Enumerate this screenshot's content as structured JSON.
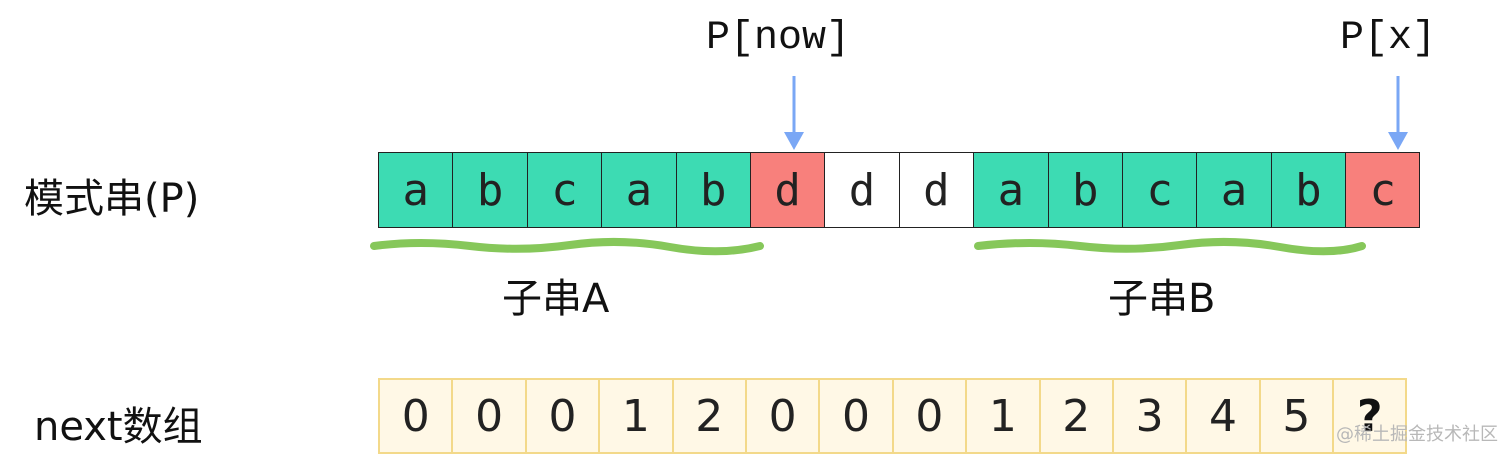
{
  "pattern_label": "模式串(P)",
  "next_label": "next数组",
  "pointer_now_label": "P[now]",
  "pointer_x_label": "P[x]",
  "substring_a_label": "子串A",
  "substring_b_label": "子串B",
  "pattern": [
    {
      "char": "a",
      "state": "match"
    },
    {
      "char": "b",
      "state": "match"
    },
    {
      "char": "c",
      "state": "match"
    },
    {
      "char": "a",
      "state": "match"
    },
    {
      "char": "b",
      "state": "match"
    },
    {
      "char": "d",
      "state": "mismatch"
    },
    {
      "char": "d",
      "state": "plain"
    },
    {
      "char": "d",
      "state": "plain"
    },
    {
      "char": "a",
      "state": "match"
    },
    {
      "char": "b",
      "state": "match"
    },
    {
      "char": "c",
      "state": "match"
    },
    {
      "char": "a",
      "state": "match"
    },
    {
      "char": "b",
      "state": "match"
    },
    {
      "char": "c",
      "state": "mismatch"
    }
  ],
  "next": [
    "0",
    "0",
    "0",
    "1",
    "2",
    "0",
    "0",
    "0",
    "1",
    "2",
    "3",
    "4",
    "5",
    "?"
  ],
  "colors": {
    "match": "#3ddbb3",
    "mismatch": "#f8807c",
    "arrow": "#7aa7f5",
    "underline": "#86c75a",
    "next_fill": "#fff8e6",
    "next_border": "#f3d98a"
  },
  "watermark": "@稀土掘金技术社区"
}
